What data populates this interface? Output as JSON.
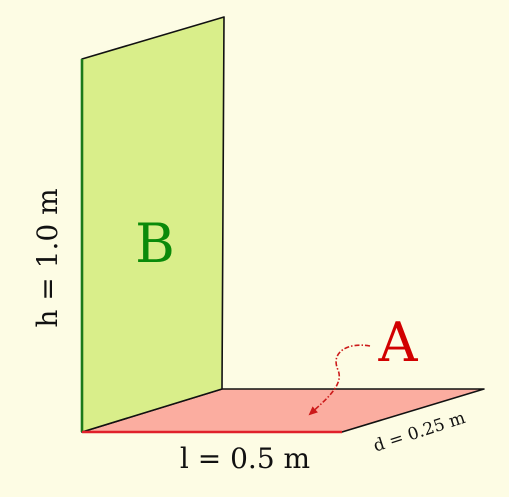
{
  "labels": {
    "surface_a": "A",
    "surface_b": "B",
    "height": "h = 1.0 m",
    "length": "l = 0.5 m",
    "depth": "d = 0.25 m"
  },
  "colors": {
    "background": "#fdfce4",
    "surface_a_fill": "#fbada0",
    "surface_a_label": "#d10000",
    "surface_b_fill": "#d9ee8a",
    "surface_b_label": "#0a8a0a",
    "edge_red": "#e0202a",
    "edge_green": "#1a7a1a",
    "outline": "#111111",
    "arrow": "#cc1a1a"
  }
}
